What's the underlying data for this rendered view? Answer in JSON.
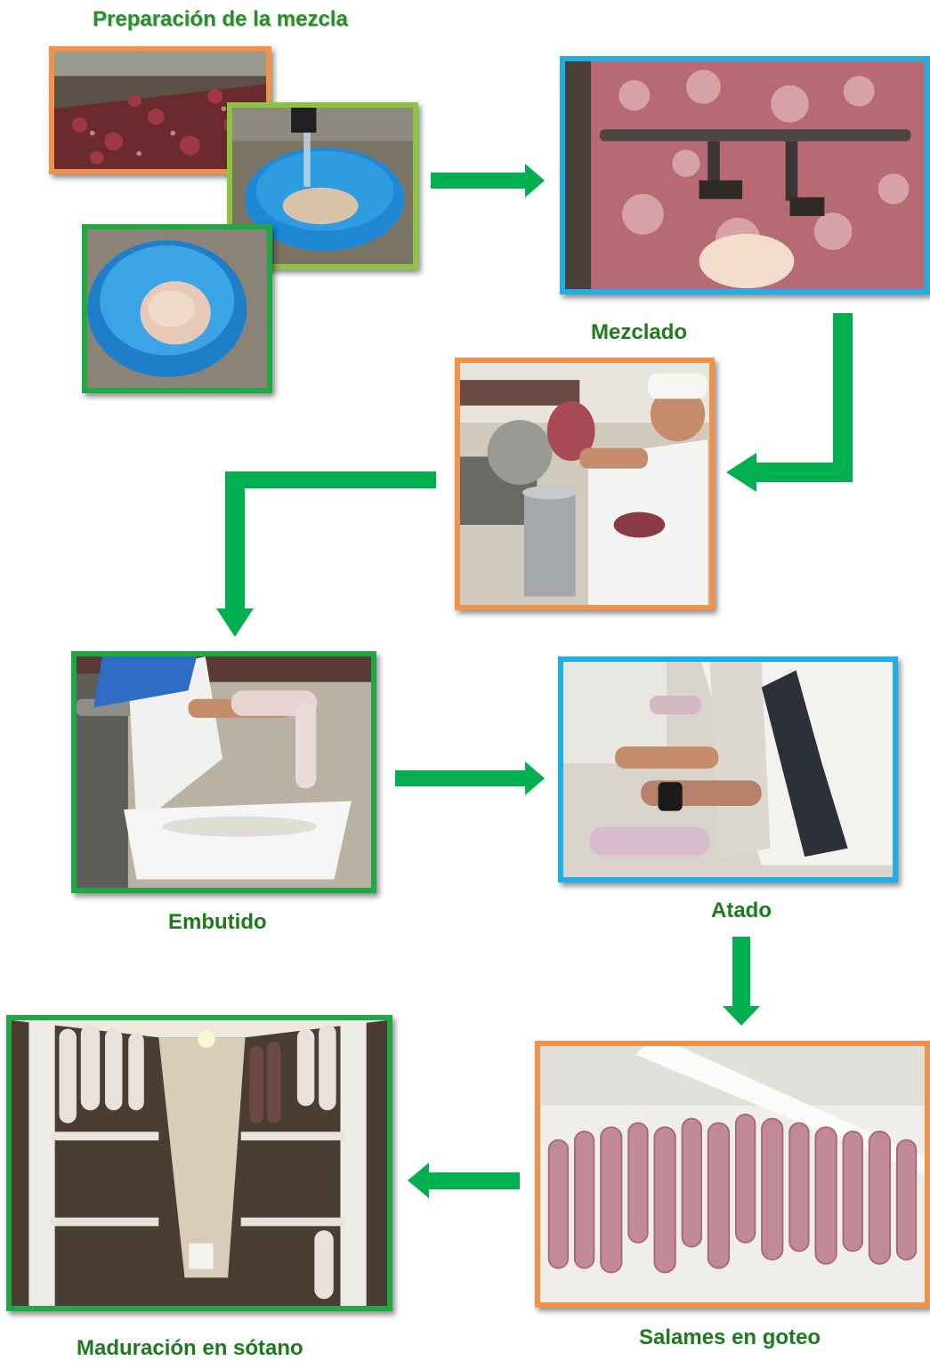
{
  "steps": {
    "preparacion": "Preparación de la mezcla",
    "mezclado": "Mezclado",
    "embutido": "Embutido",
    "atado": "Atado",
    "goteo": "Salames en goteo",
    "maduracion": "Maduración en sótano"
  },
  "colors": {
    "arrow": "#00b04f",
    "label": "#1d7a1d",
    "frame_orange": "#f0924a",
    "frame_blue": "#1eaee8",
    "frame_green": "#22a745",
    "frame_lime": "#8cc63f"
  }
}
